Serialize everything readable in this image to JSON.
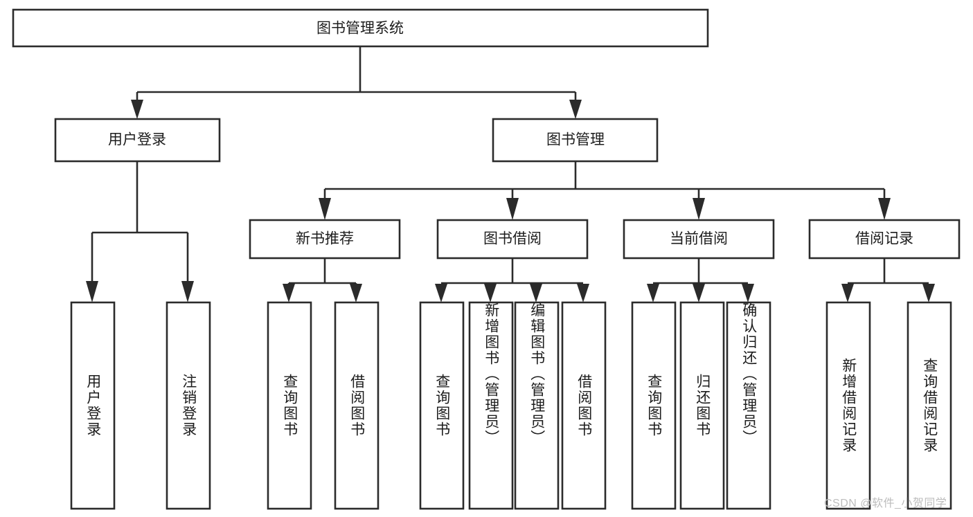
{
  "diagram": {
    "type": "tree-hierarchy",
    "title": "图书管理系统",
    "orientation": "top-down",
    "colors": {
      "box_stroke": "#2b2b2b",
      "box_fill": "#ffffff",
      "connector": "#2b2b2b",
      "text": "#1c1c1c",
      "watermark": "#bdbdbd",
      "background": "#ffffff"
    },
    "levels": {
      "root": {
        "label": "图书管理系统"
      },
      "level2": [
        {
          "label": "用户登录"
        },
        {
          "label": "图书管理"
        }
      ],
      "level3": [
        {
          "label": "新书推荐"
        },
        {
          "label": "图书借阅"
        },
        {
          "label": "当前借阅"
        },
        {
          "label": "借阅记录"
        }
      ],
      "leaves": {
        "user_login": [
          {
            "label": "用户登录"
          },
          {
            "label": "注销登录"
          }
        ],
        "new_book_recommend": [
          {
            "label": "查询图书"
          },
          {
            "label": "借阅图书"
          }
        ],
        "book_borrow": [
          {
            "label": "查询图书"
          },
          {
            "label": "新增图书（管理员）"
          },
          {
            "label": "编辑图书（管理员）"
          },
          {
            "label": "借阅图书"
          }
        ],
        "current_borrow": [
          {
            "label": "查询图书"
          },
          {
            "label": "归还图书"
          },
          {
            "label": "确认归还（管理员）"
          }
        ],
        "borrow_record": [
          {
            "label": "新增借阅记录"
          },
          {
            "label": "查询借阅记录"
          }
        ]
      }
    },
    "watermark": "CSDN @软件_小贺同学"
  }
}
